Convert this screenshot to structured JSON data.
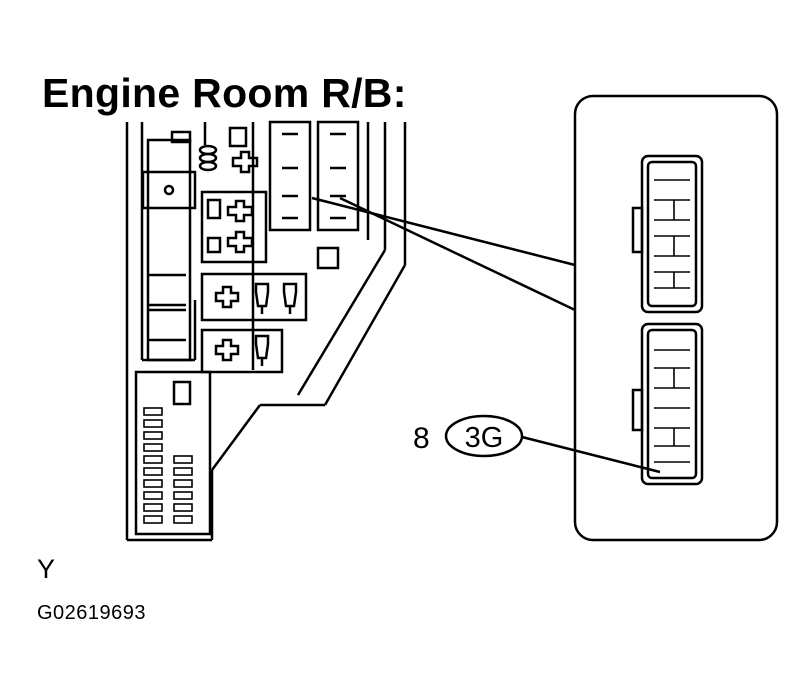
{
  "title": "Engine Room R/B:",
  "connector": {
    "pin": "8",
    "code": "3G"
  },
  "corner_letter": "Y",
  "figure_id": "G02619693"
}
